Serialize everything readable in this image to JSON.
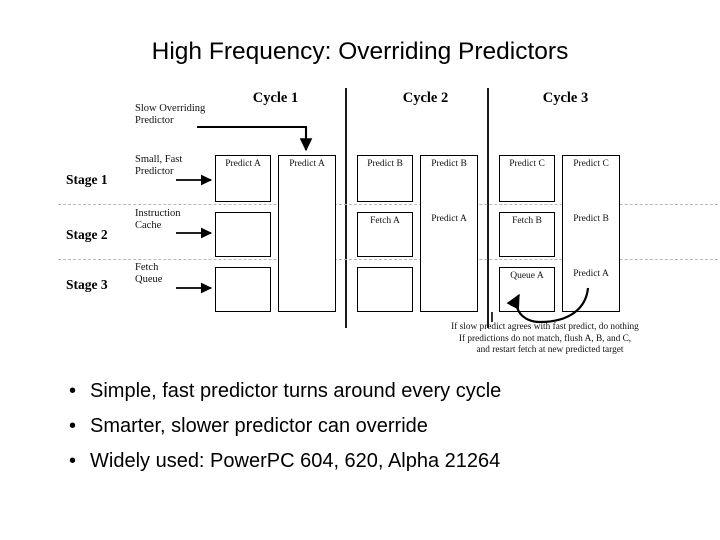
{
  "slide": {
    "title": "High Frequency: Overriding Predictors",
    "background_color": "#ffffff",
    "text_color": "#000000"
  },
  "diagram": {
    "cycle_headers": [
      {
        "label": "Cycle 1"
      },
      {
        "label": "Cycle 2"
      },
      {
        "label": "Cycle 3"
      }
    ],
    "stage_labels": [
      {
        "label": "Stage 1"
      },
      {
        "label": "Stage 2"
      },
      {
        "label": "Stage 3"
      }
    ],
    "annotations": [
      {
        "line1": "Slow Overriding",
        "line2": "Predictor"
      },
      {
        "line1": "Small, Fast",
        "line2": "Predictor"
      },
      {
        "line1": "Instruction",
        "line2": "Cache"
      },
      {
        "line1": "Fetch",
        "line2": "Queue"
      }
    ],
    "fast_column": {
      "cycle1": {
        "stage1": "Predict A",
        "stage2": "",
        "stage3": ""
      },
      "cycle2": {
        "stage1": "Predict B",
        "stage2": "Fetch A",
        "stage3": ""
      },
      "cycle3": {
        "stage1": "Predict C",
        "stage2": "Fetch B",
        "stage3": "Queue A"
      }
    },
    "slow_column": {
      "cycle1": {
        "stage1": "Predict A",
        "stage2": "",
        "stage3": ""
      },
      "cycle2": {
        "stage1": "Predict B",
        "stage2": "Predict A",
        "stage3": ""
      },
      "cycle3": {
        "stage1": "Predict C",
        "stage2": "Predict B",
        "stage3": "Predict A"
      }
    },
    "caption": {
      "line1": "If slow predict agrees with fast predict, do nothing",
      "line2": "If predictions do not match, flush A, B, and C,",
      "line3": "and restart fetch at new predicted target"
    }
  },
  "bullets": [
    {
      "marker": "•",
      "text": "Simple, fast predictor turns around every cycle"
    },
    {
      "marker": "•",
      "text": "Smarter, slower predictor can override"
    },
    {
      "marker": "•",
      "text": "Widely used: PowerPC 604, 620, Alpha 21264"
    }
  ]
}
